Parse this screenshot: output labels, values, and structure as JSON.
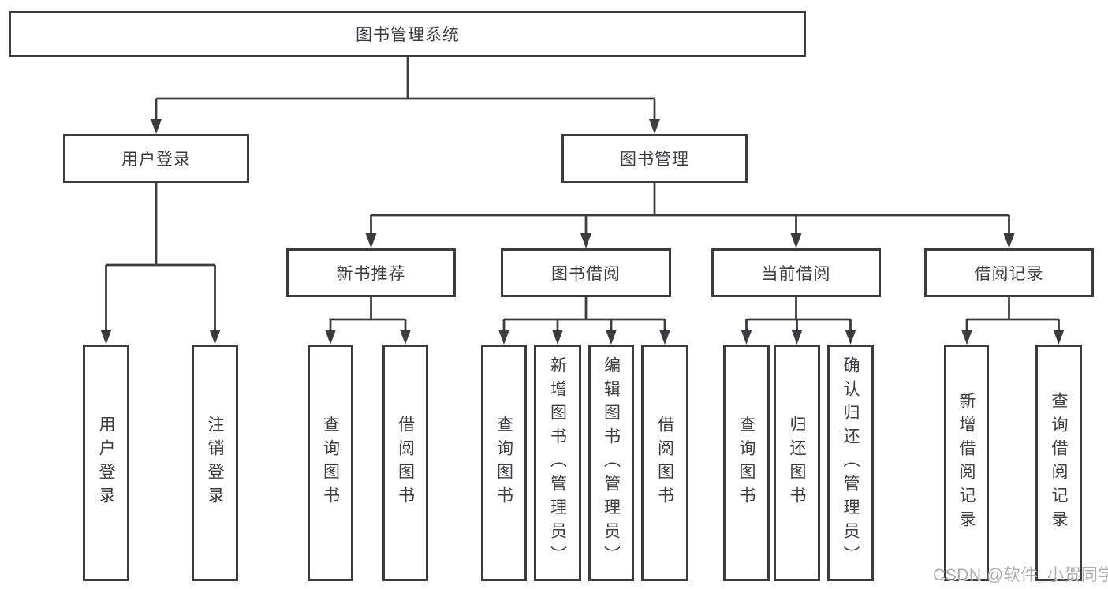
{
  "diagram": {
    "root": {
      "label": "图书管理系统"
    },
    "level2": {
      "user_login": {
        "label": "用户登录"
      },
      "book_management": {
        "label": "图书管理"
      }
    },
    "level3": {
      "new_book_recommend": {
        "label": "新书推荐"
      },
      "book_borrow": {
        "label": "图书借阅"
      },
      "current_borrow": {
        "label": "当前借阅"
      },
      "borrow_records": {
        "label": "借阅记录"
      }
    },
    "leaves": {
      "user_login_login": "用户登录",
      "user_login_logout": "注销登录",
      "new_books_query": "查询图书",
      "new_books_borrow": "借阅图书",
      "borrow_query": "查询图书",
      "borrow_add": "新增图书（管理员）",
      "borrow_edit": "编辑图书（管理员）",
      "borrow_borrow": "借阅图书",
      "current_query": "查询图书",
      "current_return": "归还图书",
      "current_confirm_return": "确认归还（管理员）",
      "records_add": "新增借阅记录",
      "records_query": "查询借阅记录"
    },
    "watermark": "CSDN @软件_小贺同学",
    "colors": {
      "line": "#3c3c40",
      "text": "#3d3d44",
      "watermark": "#a6a6a9",
      "background": "#ffffff"
    }
  }
}
